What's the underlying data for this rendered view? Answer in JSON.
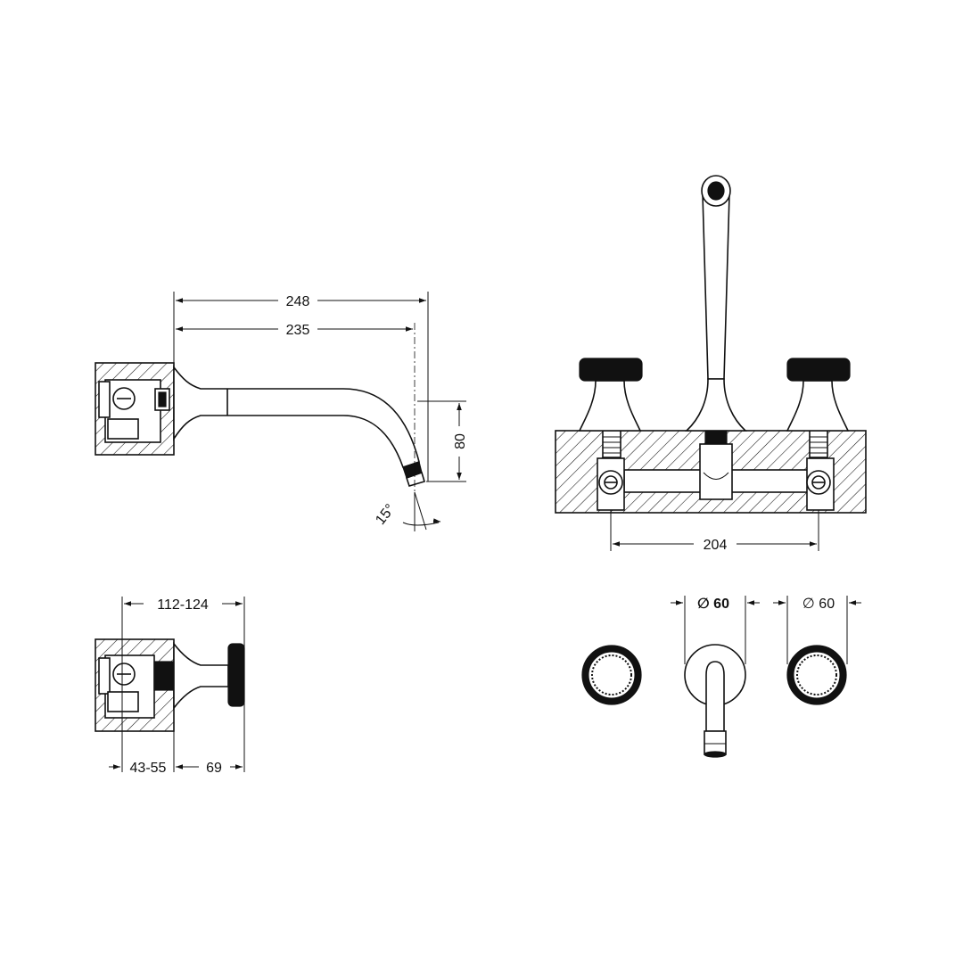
{
  "side_view": {
    "dim_overall_length": "248",
    "dim_spout_length": "235",
    "dim_height": "80",
    "dim_angle": "15°"
  },
  "front_view": {
    "dim_handle_spacing": "204"
  },
  "handle_side_view": {
    "dim_depth_range": "112-124",
    "dim_wall_range": "43-55",
    "dim_handle_projection": "69"
  },
  "bottom_view": {
    "dim_escutcheon_diameter": "∅ 60",
    "dim_handle_diameter": "∅ 60"
  },
  "colors": {
    "line": "#111111",
    "background": "#ffffff"
  }
}
